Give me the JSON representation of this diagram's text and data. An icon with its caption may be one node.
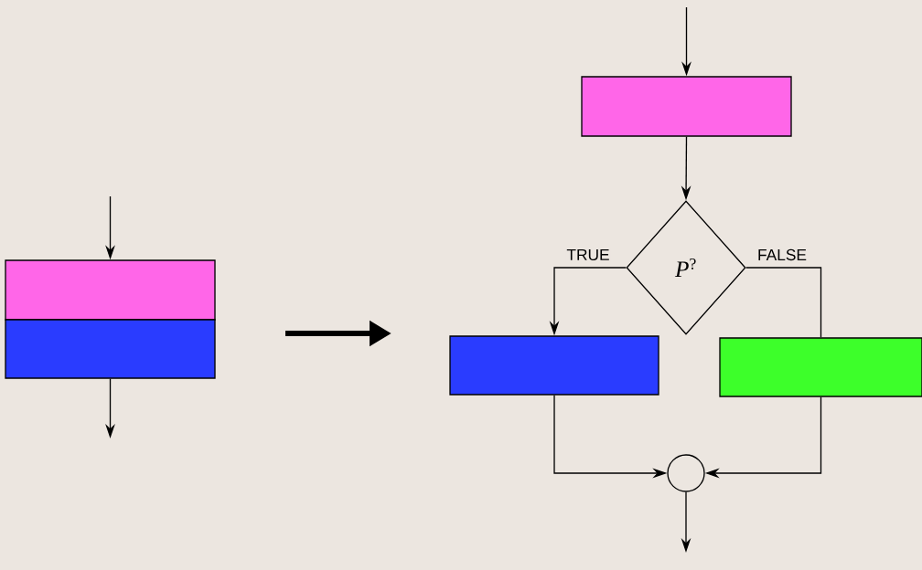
{
  "diagram": {
    "nodes": [
      {
        "text": [],
        "shape": "box"
      },
      {
        "text": [],
        "shape": "box"
      },
      {
        "text": [],
        "shape": "box"
      },
      {
        "text": [
          "*P*$^{?}$"
        ]
      },
      {
        "text": [],
        "shape": "box"
      },
      {
        "text": [],
        "shape": "box"
      },
      {
        "text": [],
        "shape": "circle"
      }
    ],
    "edges": [
      {
        "from": null,
        "to": 0,
        "arrow": "to"
      },
      {
        "from": 1,
        "to": null,
        "arrow": "to"
      },
      {
        "from": null,
        "to": 2,
        "arrow": "to"
      },
      {
        "from": 2,
        "to": 3,
        "arrow": "to"
      },
      {
        "from": 3,
        "to": 4,
        "arrow": "to",
        "label": "TRUE"
      },
      {
        "from": 3,
        "to": 5,
        "arrow": "none",
        "label": "FALSE"
      },
      {
        "from": 4,
        "to": 6,
        "arrow": "to"
      },
      {
        "from": 5,
        "to": 6,
        "arrow": "to"
      },
      {
        "from": 6,
        "to": null,
        "arrow": "to"
      }
    ]
  }
}
